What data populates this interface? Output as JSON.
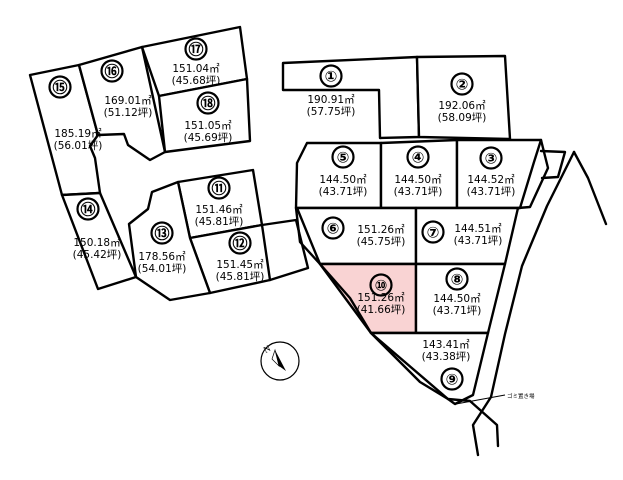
{
  "lots": [
    {
      "id": "lot-1",
      "number": "①",
      "area": "190.91㎡",
      "tsubo": "(57.75坪)"
    },
    {
      "id": "lot-2",
      "number": "②",
      "area": "192.06㎡",
      "tsubo": "(58.09坪)"
    },
    {
      "id": "lot-3",
      "number": "③",
      "area": "144.52㎡",
      "tsubo": "(43.71坪)"
    },
    {
      "id": "lot-4",
      "number": "④",
      "area": "144.50㎡",
      "tsubo": "(43.71坪)"
    },
    {
      "id": "lot-5",
      "number": "⑤",
      "area": "144.50㎡",
      "tsubo": "(43.71坪)"
    },
    {
      "id": "lot-6",
      "number": "⑥",
      "area": "151.26㎡",
      "tsubo": "(45.75坪)"
    },
    {
      "id": "lot-7",
      "number": "⑦",
      "area": "144.51㎡",
      "tsubo": "(43.71坪)"
    },
    {
      "id": "lot-8",
      "number": "⑧",
      "area": "144.50㎡",
      "tsubo": "(43.71坪)"
    },
    {
      "id": "lot-9",
      "number": "⑨",
      "area": "143.41㎡",
      "tsubo": "(43.38坪)"
    },
    {
      "id": "lot-10",
      "number": "⑩",
      "area": "151.26㎡",
      "tsubo": "(41.66坪)",
      "highlighted": true
    },
    {
      "id": "lot-11",
      "number": "⑪",
      "area": "151.46㎡",
      "tsubo": "(45.81坪)"
    },
    {
      "id": "lot-12",
      "number": "⑫",
      "area": "151.45㎡",
      "tsubo": "(45.81坪)"
    },
    {
      "id": "lot-13",
      "number": "⑬",
      "area": "178.56㎡",
      "tsubo": "(54.01坪)"
    },
    {
      "id": "lot-14",
      "number": "⑭",
      "area": "150.18㎡",
      "tsubo": "(45.42坪)"
    },
    {
      "id": "lot-15",
      "number": "⑮",
      "area": "185.19㎡",
      "tsubo": "(56.01坪)"
    },
    {
      "id": "lot-16",
      "number": "⑯",
      "area": "169.01㎡",
      "tsubo": "(51.12坪)"
    },
    {
      "id": "lot-17",
      "number": "⑰",
      "area": "151.04㎡",
      "tsubo": "(45.68坪)"
    },
    {
      "id": "lot-18",
      "number": "⑱",
      "area": "151.05㎡",
      "tsubo": "(45.69坪)"
    }
  ],
  "garbage_station_label": "ゴミ置き場",
  "compass": {
    "label": "N",
    "icon": "north-arrow-icon"
  },
  "colors": {
    "highlight": "#f9d3d3",
    "line": "#000000",
    "background": "#ffffff"
  }
}
